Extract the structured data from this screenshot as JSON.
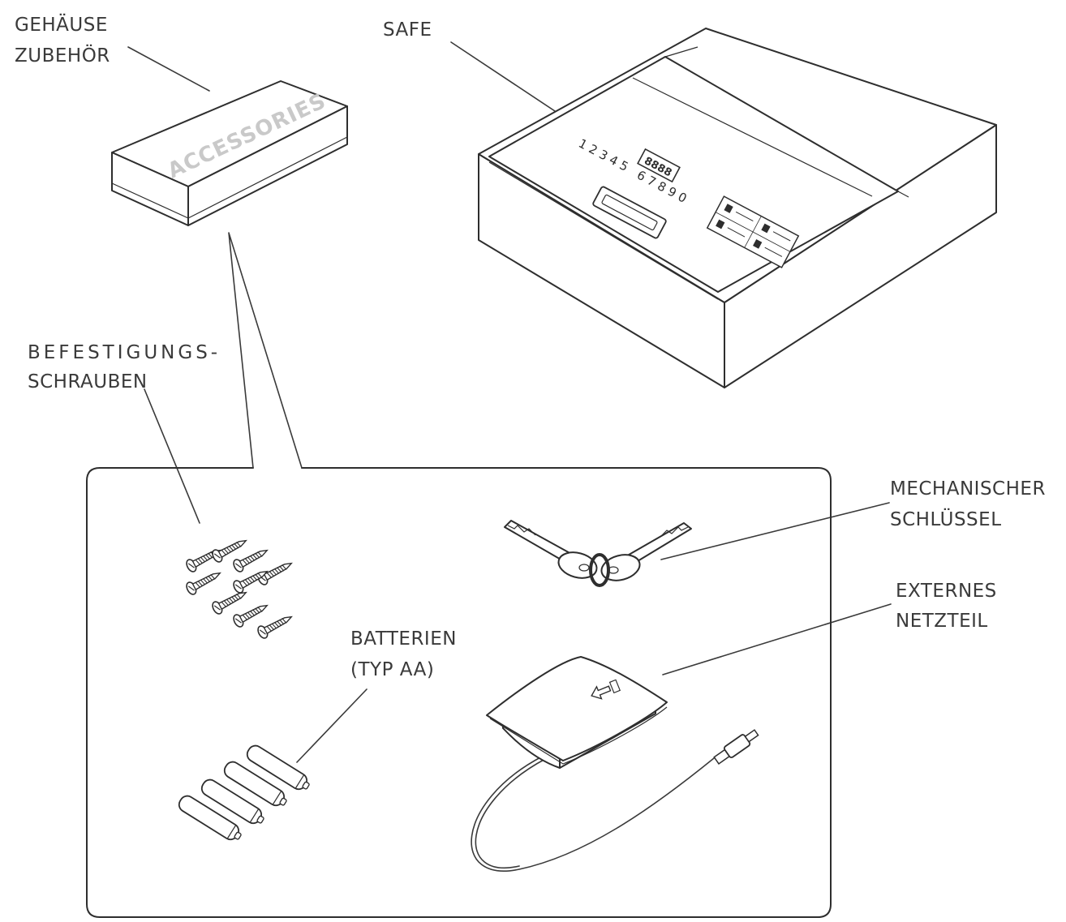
{
  "labels": {
    "case_accessories": [
      "GEHÄUSE",
      "ZUBEHÖR"
    ],
    "safe": "SAFE",
    "mounting_screws": [
      "BEFESTIGUNGS-",
      "SCHRAUBEN"
    ],
    "mechanical_key": [
      "MECHANISCHER",
      "SCHLÜSSEL"
    ],
    "external_power": [
      "EXTERNES",
      "NETZTEIL"
    ],
    "batteries": [
      "BATTERIEN",
      "(TYP AA)"
    ]
  },
  "accessory_box_text": "ACCESSORIES",
  "safe_panel": {
    "display": "8888",
    "digits_top": "1 2 3 4 5",
    "digits_bottom": "6 7 8 9 0"
  },
  "counts": {
    "screws": 9,
    "batteries": 4,
    "keys": 2
  }
}
